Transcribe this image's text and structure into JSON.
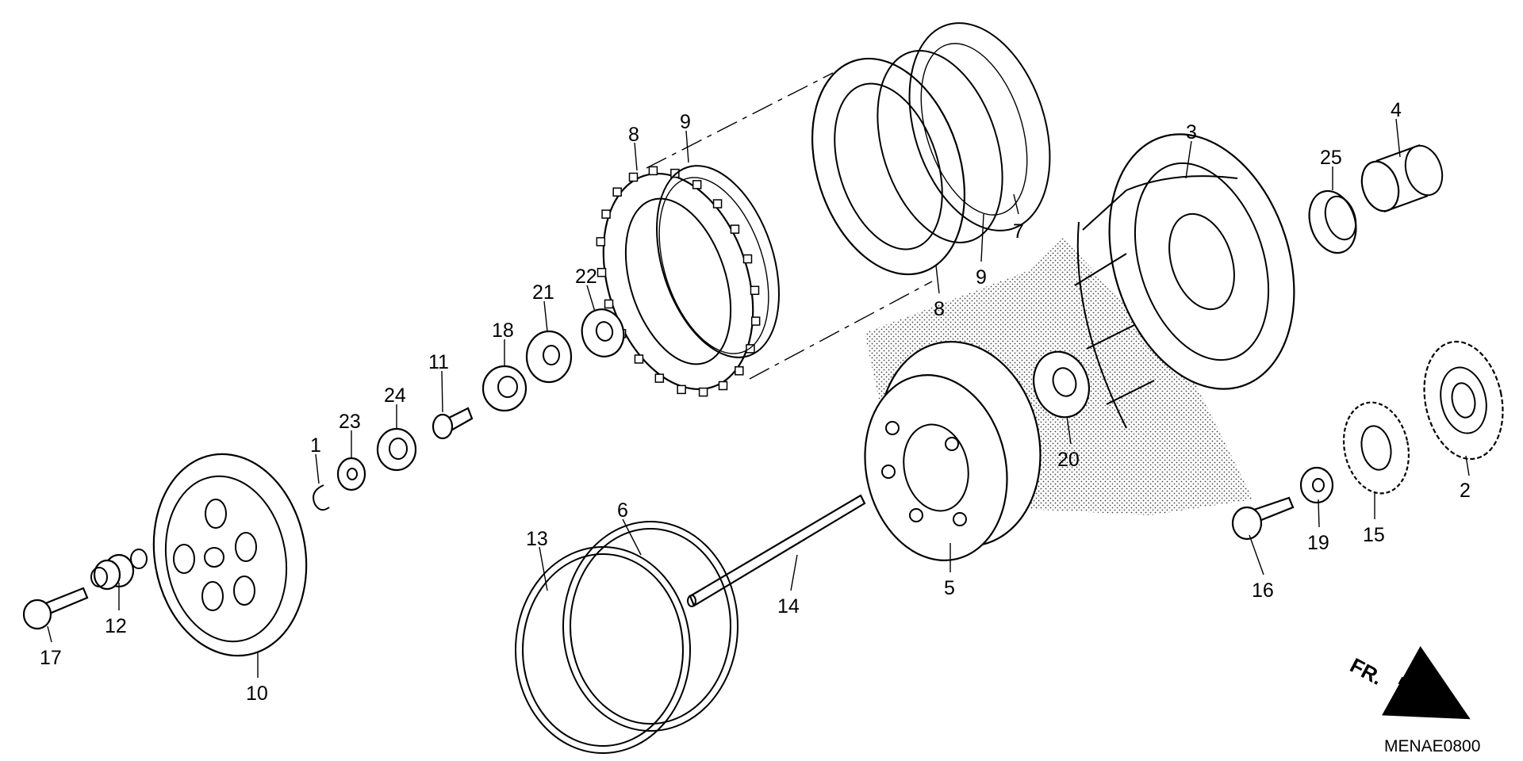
{
  "diagram": {
    "part_labels": [
      "1",
      "2",
      "3",
      "4",
      "5",
      "6",
      "7",
      "8",
      "9",
      "10",
      "11",
      "12",
      "13",
      "14",
      "15",
      "16",
      "17",
      "18",
      "19",
      "20",
      "21",
      "22",
      "23",
      "24",
      "25"
    ],
    "label_8b": "8",
    "label_9b": "9",
    "drawing_code": "MENAE0800",
    "front_indicator": "FR."
  }
}
